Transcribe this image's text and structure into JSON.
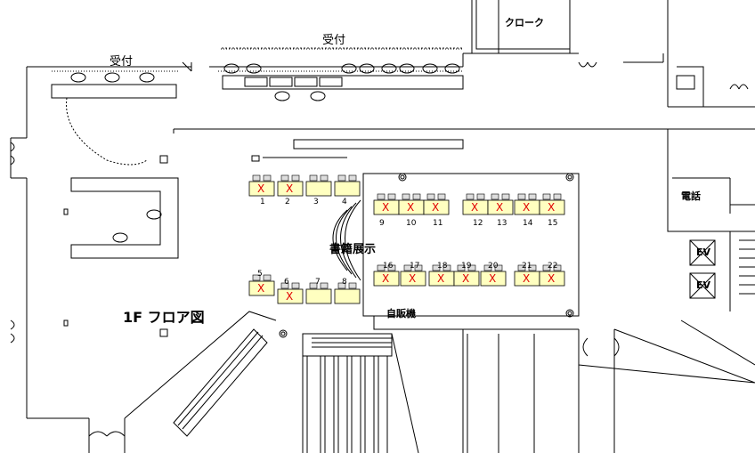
{
  "labels": {
    "reception_top": "受付",
    "reception_left": "受付",
    "cloak": "クローク",
    "phone": "電話",
    "elevator_1": "EV",
    "elevator_2": "EV",
    "book_display": "書籍展示",
    "vending": "自販機",
    "floor_title": "1F フロア図"
  },
  "booths": [
    {
      "num": "1",
      "mark": "X"
    },
    {
      "num": "2",
      "mark": "X"
    },
    {
      "num": "3",
      "mark": ""
    },
    {
      "num": "4",
      "mark": ""
    },
    {
      "num": "5",
      "mark": "X"
    },
    {
      "num": "6",
      "mark": "X"
    },
    {
      "num": "7",
      "mark": ""
    },
    {
      "num": "8",
      "mark": ""
    },
    {
      "num": "9",
      "mark": "X"
    },
    {
      "num": "10",
      "mark": "X"
    },
    {
      "num": "11",
      "mark": "X"
    },
    {
      "num": "12",
      "mark": "X"
    },
    {
      "num": "13",
      "mark": "X"
    },
    {
      "num": "14",
      "mark": "X"
    },
    {
      "num": "15",
      "mark": "X"
    },
    {
      "num": "16",
      "mark": "X"
    },
    {
      "num": "17",
      "mark": "X"
    },
    {
      "num": "18",
      "mark": "X"
    },
    {
      "num": "19",
      "mark": "X"
    },
    {
      "num": "20",
      "mark": "X"
    },
    {
      "num": "21",
      "mark": "X"
    },
    {
      "num": "22",
      "mark": "X"
    }
  ],
  "colors": {
    "booth_fill": "#ffffc0",
    "mark": "#e00000",
    "line": "#000000"
  }
}
